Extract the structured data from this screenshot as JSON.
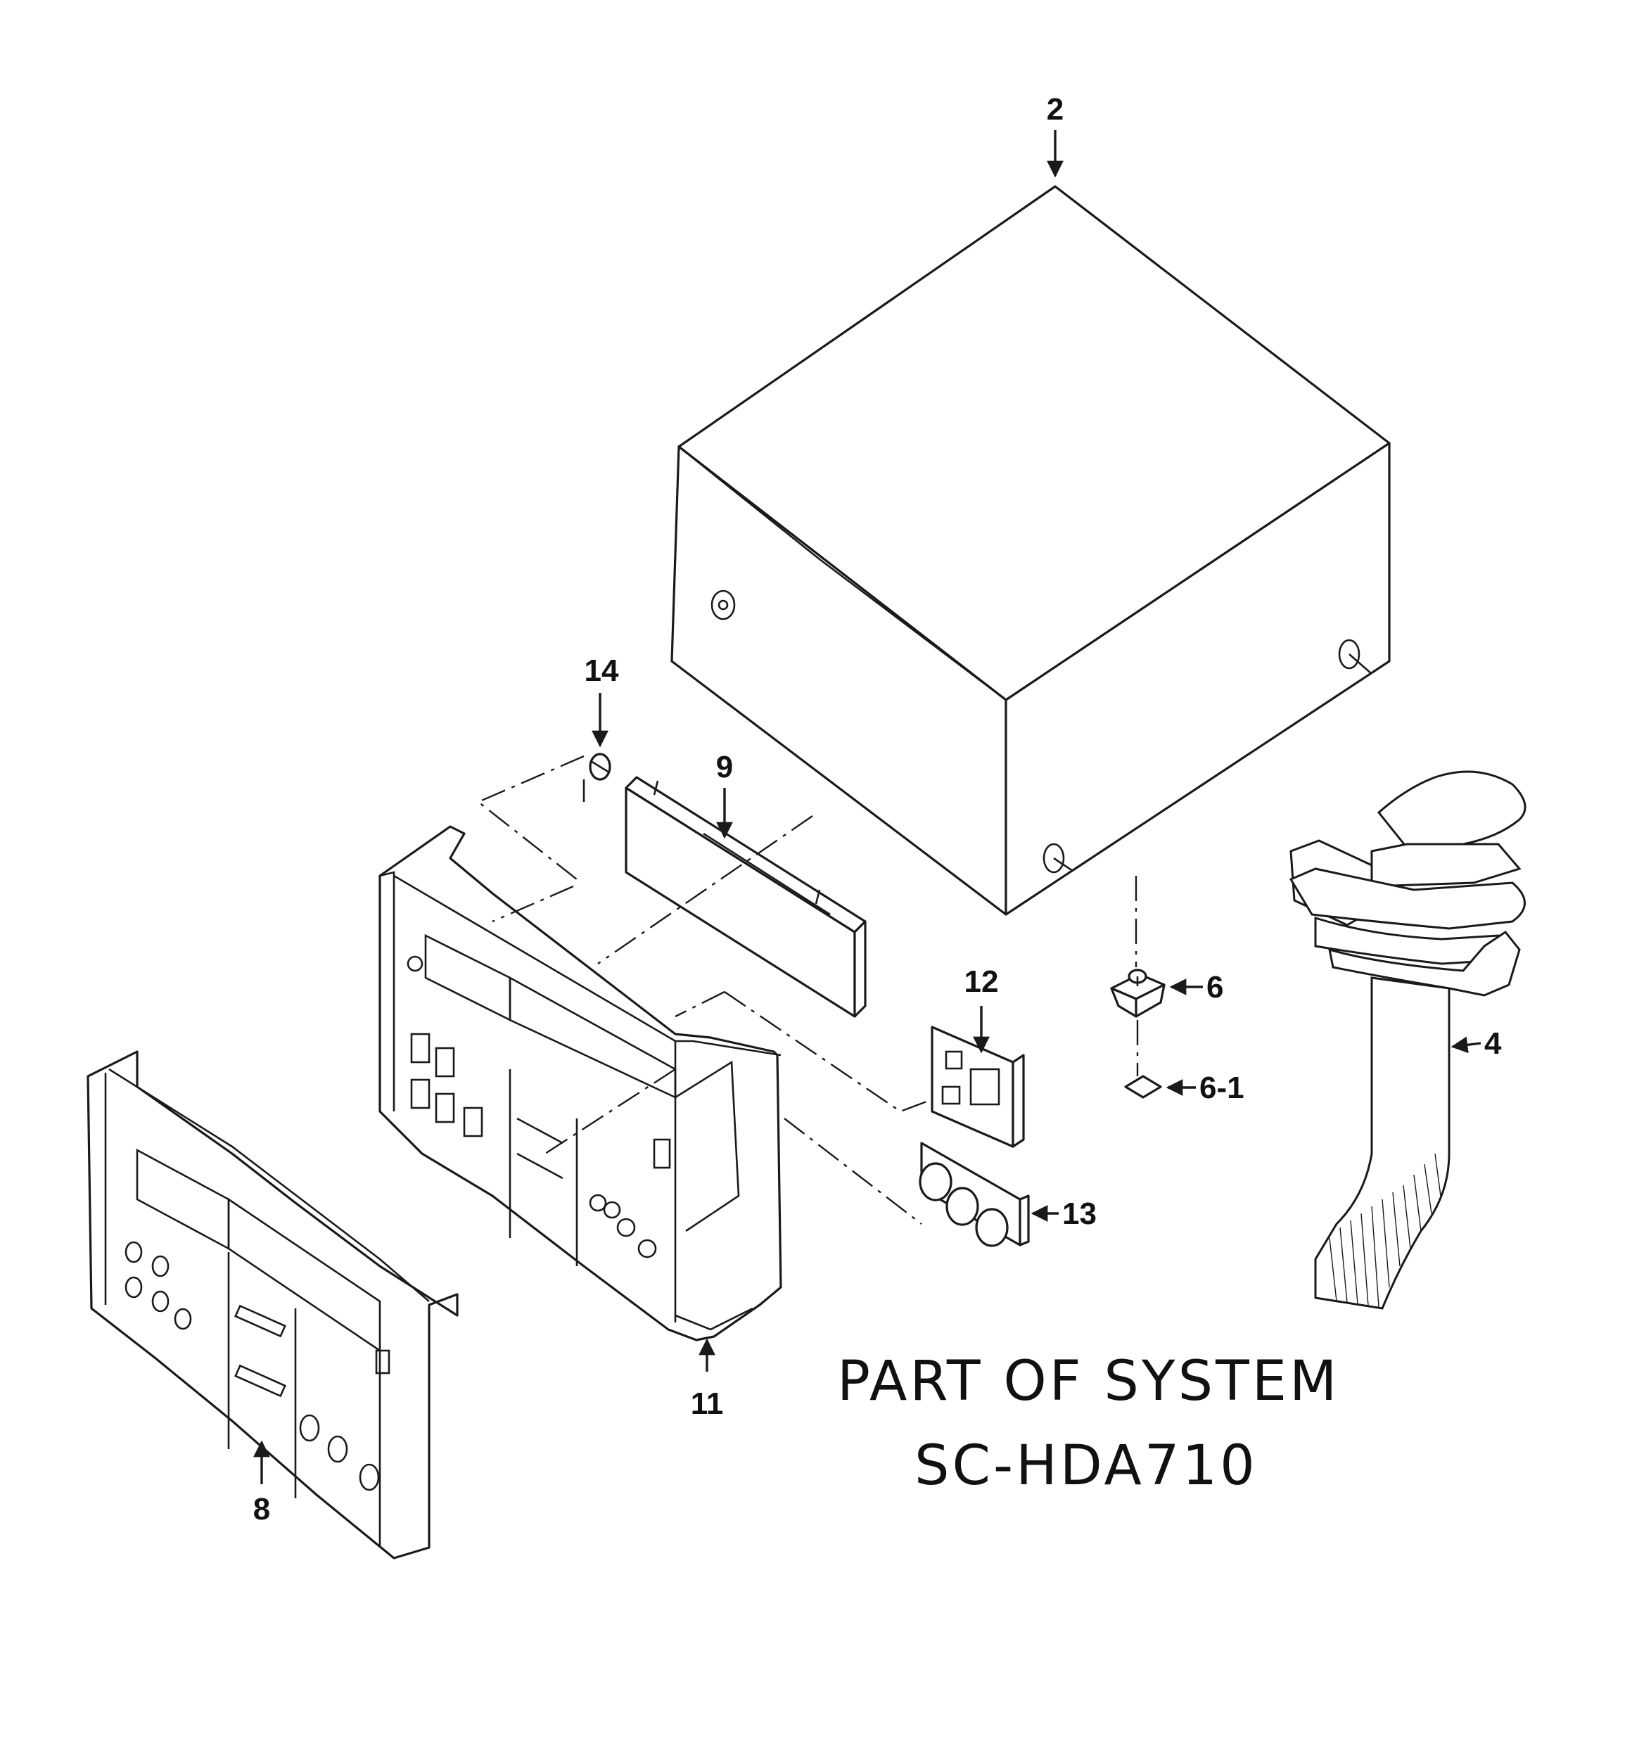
{
  "callouts": {
    "c2": "2",
    "c14": "14",
    "c9": "9",
    "c12": "12",
    "c6": "6",
    "c4": "4",
    "c6_1": "6-1",
    "c13": "13",
    "c11": "11",
    "c8": "8"
  },
  "note": {
    "line1": "PART OF SYSTEM",
    "line2": "SC-HDA710"
  }
}
